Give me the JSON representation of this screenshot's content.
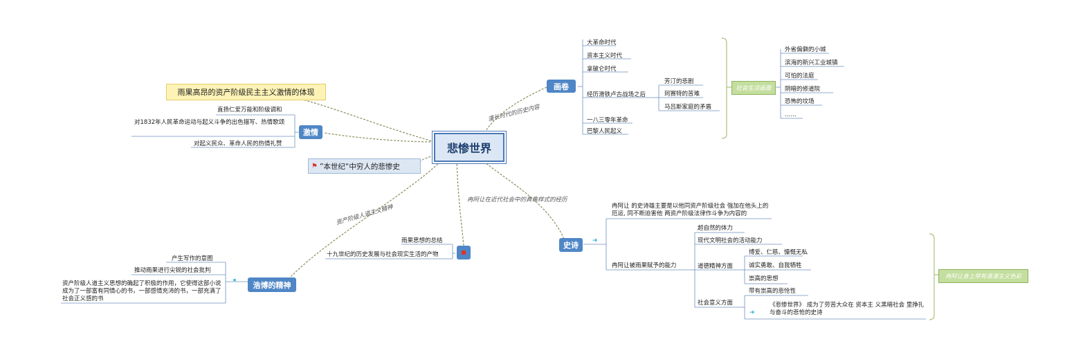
{
  "title": "悲惨世界",
  "callout": "雨果高昂的资产阶级民主主义激情的体现",
  "note": "”本世纪“中穷人的悲惨史",
  "edges": {
    "top_right": "漫长时代的历史内容",
    "right": "冉阿让在近代社会中的真像样式的经历",
    "left_down": "资产阶级人道主义精神"
  },
  "huajuan": {
    "label": "画卷",
    "items": [
      "大革命时代",
      "资本主义时代",
      "拿破仑时代",
      "经历滑铁卢古战场之后",
      "一八三零年革命",
      "巴黎人民起义"
    ],
    "sub": [
      "芳汀的悲剧",
      "珂赛特的苦难",
      "马吕斯家庭的矛盾"
    ],
    "group_label": "社会生活画面",
    "group_items": [
      "外省偏僻的小城",
      "滨海的新兴工业城镇",
      "可怕的法庭",
      "阴暗的修道院",
      "恐怖的坟场",
      "……"
    ]
  },
  "jiqing": {
    "label": "激情",
    "items": [
      "直扬仁爱万能和阶级调和",
      "对1832年人民革命运动与起义斗争的出色描写、热情歌颂",
      "对起义民众、革命人民的热情礼赞"
    ]
  },
  "jingshen": {
    "label": "浩博的精神",
    "items": [
      "产生写作的意图",
      "推动雨果进行尖锐的社会批判",
      "资产阶级人道主义思想的确起了积极的作用，它使得这部小说成为了一部富有同情心的书，一部感情充沛的书，一部充满了社会正义感的书"
    ],
    "mid": [
      "雨果思想的总结",
      "十九世纪的历史发展与社会现实生活的产物"
    ]
  },
  "shishi": {
    "label": "史诗",
    "intro": "冉阿让 的史诗雄主要是以他同资产阶级社会 强加在他头上的厄运, 同不断迫害他 两资产阶级法律作斗争为内容的",
    "ability": "冉阿让被雨果赋予的能力",
    "abilities": [
      "超自然的体力",
      "现代文明社会的活动能力",
      "道德精神方面",
      "社会意义方面"
    ],
    "moral": [
      "博爱、仁慈、慷慨无私",
      "诚实勇敢、自我牺牲",
      "崇高的思想"
    ],
    "social": [
      "带有崇高的悲怆性",
      "《悲惨世界》 成为了劳苦大众在 资本主 义黑暗社会 里挣扎与奋斗的悲怆的史诗"
    ],
    "group_label": "冉阿让身上带有浪漫主义色彩"
  }
}
